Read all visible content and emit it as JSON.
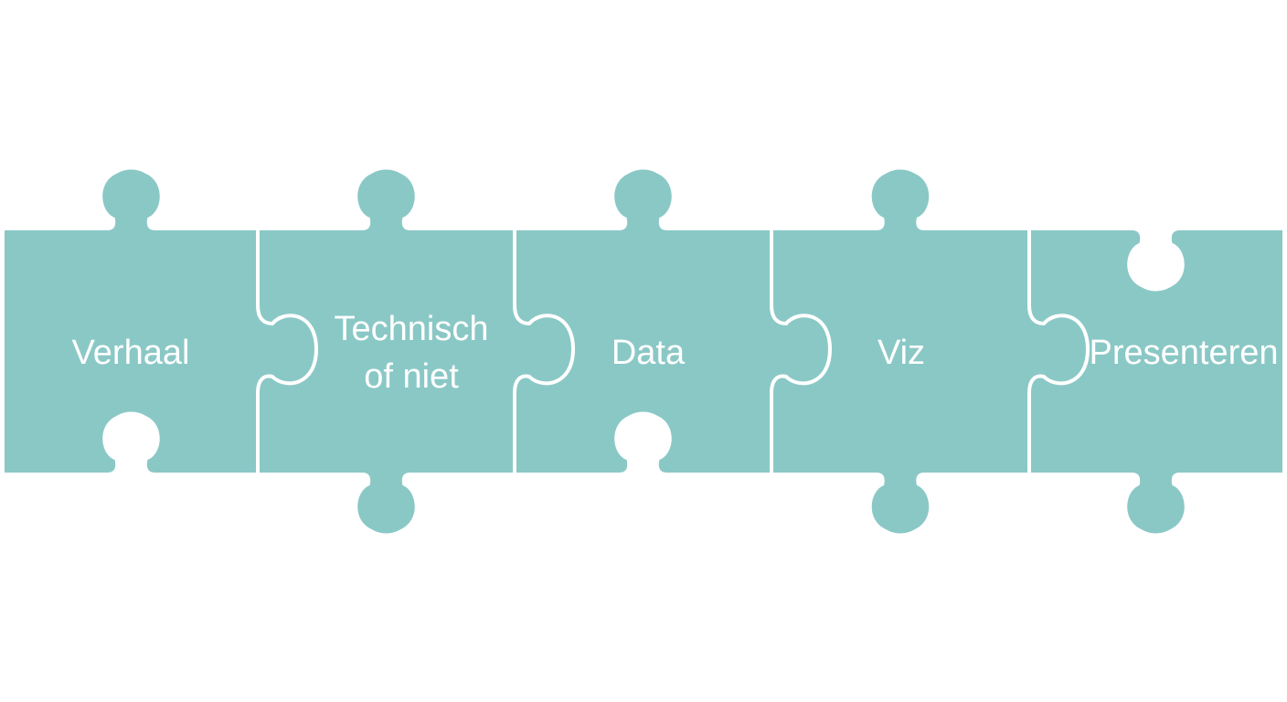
{
  "colors": {
    "piece_fill": "#8ac8c6",
    "seam": "#ffffff",
    "label_text": "#ffffff",
    "background": "#ffffff"
  },
  "pieces": [
    {
      "label_lines": [
        "Verhaal"
      ]
    },
    {
      "label_lines": [
        "Technisch",
        "of niet"
      ]
    },
    {
      "label_lines": [
        "Data"
      ]
    },
    {
      "label_lines": [
        "Viz"
      ]
    },
    {
      "label_lines": [
        "Presenteren"
      ]
    }
  ]
}
